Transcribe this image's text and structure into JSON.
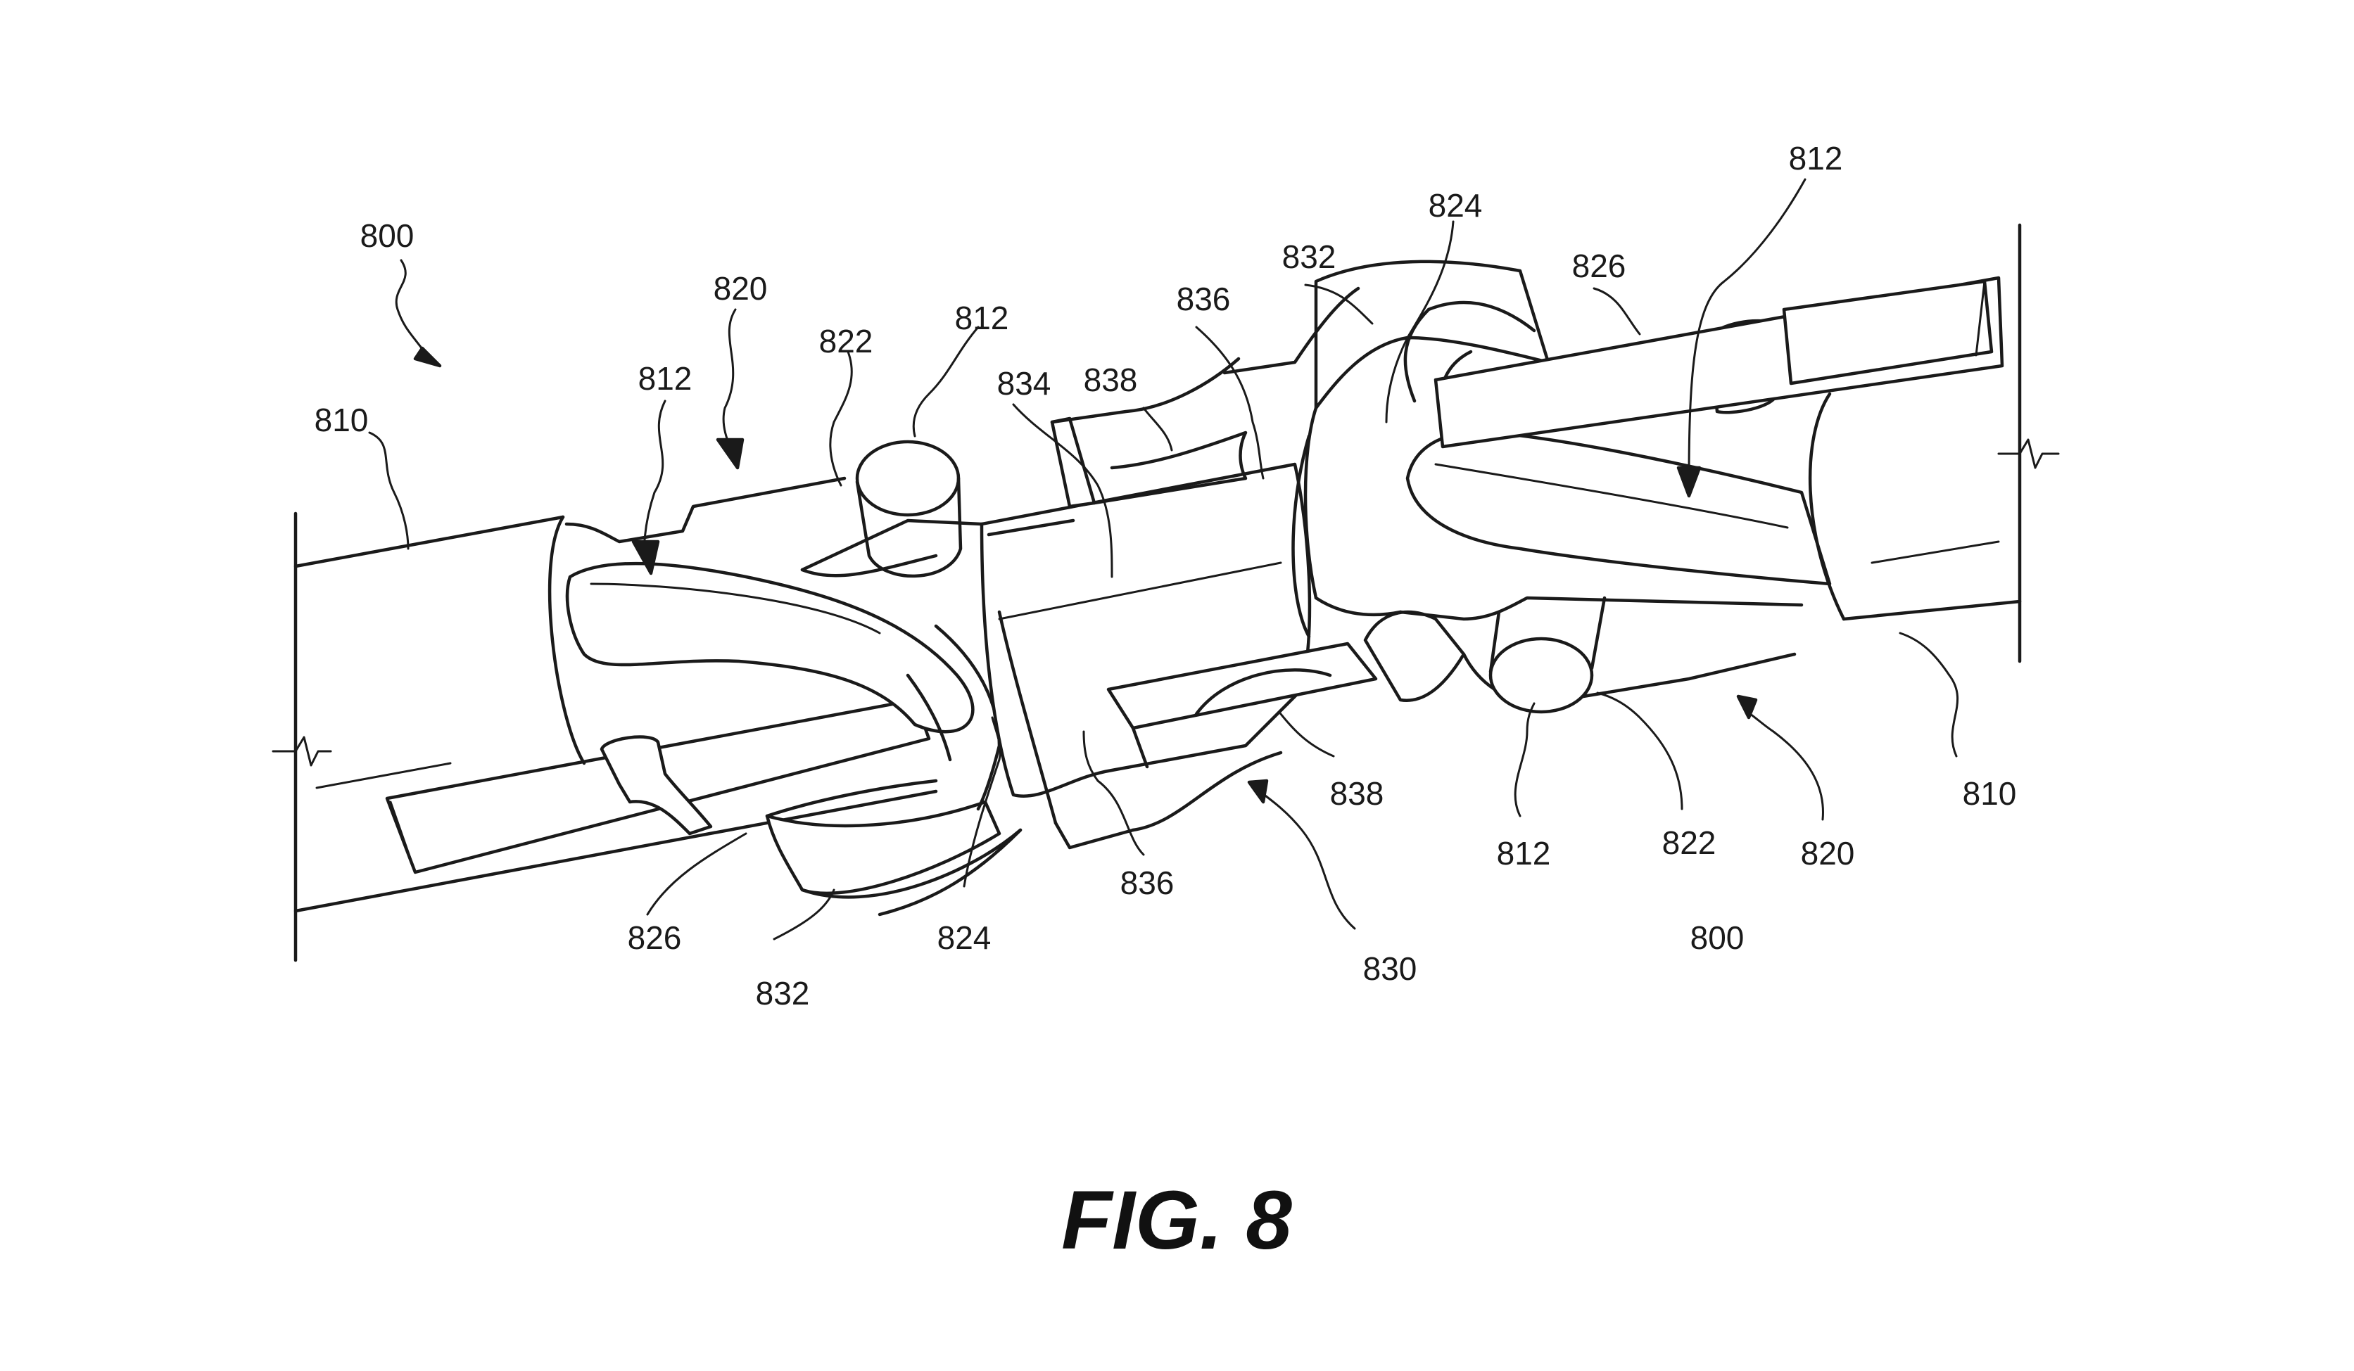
{
  "figure": {
    "title": "FIG. 8",
    "labels": {
      "l800a": "800",
      "l800b": "800",
      "l810a": "810",
      "l810b": "810",
      "l812a": "812",
      "l812b": "812",
      "l812c": "812",
      "l812d": "812",
      "l820a": "820",
      "l820b": "820",
      "l822a": "822",
      "l822b": "822",
      "l824a": "824",
      "l824b": "824",
      "l826a": "826",
      "l826b": "826",
      "l830": "830",
      "l832a": "832",
      "l832b": "832",
      "l834": "834",
      "l836a": "836",
      "l836b": "836",
      "l838a": "838",
      "l838b": "838"
    }
  }
}
